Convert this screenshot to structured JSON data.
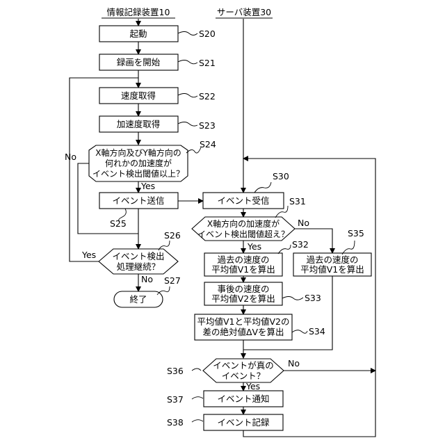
{
  "lanes": {
    "device": "情報記録装置10",
    "server": "サーバ装置30"
  },
  "steps": {
    "s20": {
      "label": "起動",
      "ref": "S20"
    },
    "s21": {
      "label": "録画を開始",
      "ref": "S21"
    },
    "s22": {
      "label": "速度取得",
      "ref": "S22"
    },
    "s23": {
      "label": "加速度取得",
      "ref": "S23"
    },
    "s24": {
      "lines": [
        "X軸方向及びY軸方向の",
        "何れかの加速度が",
        "イベント検出閾値以上？"
      ],
      "ref": "S24"
    },
    "s25": {
      "label": "イベント送信",
      "ref": "S25"
    },
    "s26": {
      "lines": [
        "イベント検出",
        "処理継続？"
      ],
      "ref": "S26"
    },
    "s27": {
      "label": "終了",
      "ref": "S27"
    },
    "s30": {
      "label": "イベント受信",
      "ref": "S30"
    },
    "s31": {
      "lines": [
        "X軸方向の加速度が",
        "イベント検出閾値超え？"
      ],
      "ref": "S31"
    },
    "s32": {
      "lines": [
        "過去の速度の",
        "平均値V1を算出"
      ],
      "ref": "S32"
    },
    "s33": {
      "lines": [
        "事後の速度の",
        "平均値V2を算出"
      ],
      "ref": "S33"
    },
    "s34": {
      "lines": [
        "平均値V1と平均値V2の",
        "差の絶対値ΔVを算出"
      ],
      "ref": "S34"
    },
    "s35": {
      "lines": [
        "過去の速度の",
        "平均値V1を算出"
      ],
      "ref": "S35"
    },
    "s36": {
      "lines": [
        "イベントが真の",
        "イベント？"
      ],
      "ref": "S36"
    },
    "s37": {
      "label": "イベント通知",
      "ref": "S37"
    },
    "s38": {
      "label": "イベント記録",
      "ref": "S38"
    }
  },
  "branches": {
    "yes": "Yes",
    "no": "No"
  }
}
